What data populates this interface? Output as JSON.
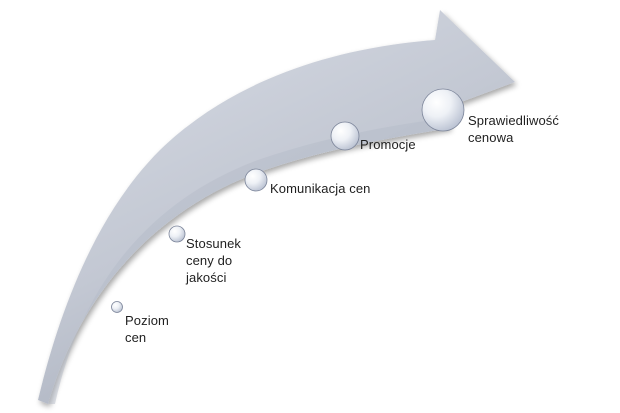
{
  "steps": [
    {
      "id": "poziom",
      "label": "Poziom\ncen"
    },
    {
      "id": "stosunek",
      "label": "Stosunek\nceny do\njakości"
    },
    {
      "id": "komunikacja",
      "label": "Komunikacja cen"
    },
    {
      "id": "promocje",
      "label": "Promocje"
    },
    {
      "id": "sprawiedliwosc",
      "label": "Sprawiedliwość\ncenowa"
    }
  ],
  "colors": {
    "arrow_fill_light": "#d6dae3",
    "arrow_fill_dark": "#a9b0be",
    "arrow_shadow": "#8f96a3",
    "circle_fill_light": "#ffffff",
    "circle_fill_dark": "#bcc4d4",
    "circle_stroke": "#7b8499"
  }
}
